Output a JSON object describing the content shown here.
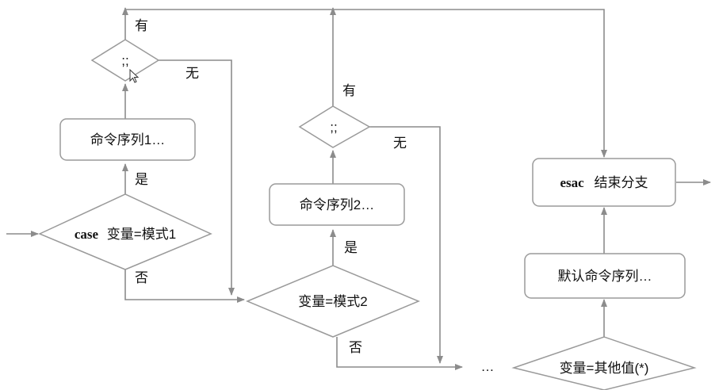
{
  "nodes": {
    "case_cond": {
      "keyword": "case",
      "text": "变量=模式1"
    },
    "seq1": {
      "text": "命令序列1…"
    },
    "semi1": {
      "text": ";;"
    },
    "cond2": {
      "text": "变量=模式2"
    },
    "seq2": {
      "text": "命令序列2…"
    },
    "semi2": {
      "text": ";;"
    },
    "ellipsis": {
      "text": "…"
    },
    "default_cond": {
      "text": "变量=其他值(*)"
    },
    "default_seq": {
      "text": "默认命令序列…"
    },
    "esac": {
      "keyword": "esac",
      "text": "结束分支"
    }
  },
  "edge_labels": {
    "yes1": "是",
    "no1": "否",
    "has1": "有",
    "none1": "无",
    "yes2": "是",
    "no2": "否",
    "has2": "有",
    "none2": "无"
  }
}
